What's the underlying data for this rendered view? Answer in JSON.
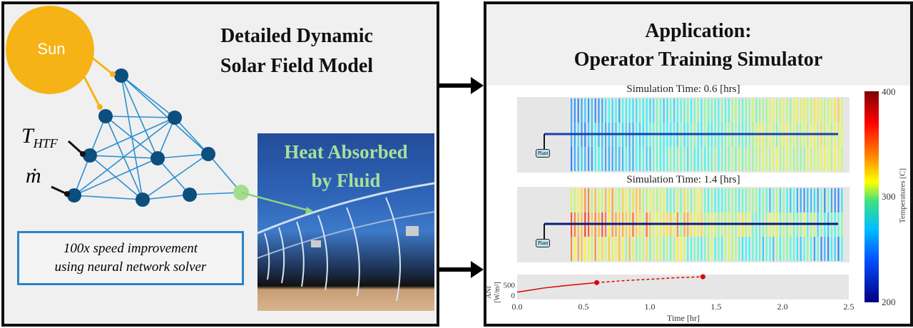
{
  "left_panel": {
    "title_line1": "Detailed Dynamic",
    "title_line2": "Solar Field Model",
    "sun_label": "Sun",
    "input_temp_label": "T",
    "input_temp_subscript": "HTF",
    "input_mass_flow_label": "ṁ",
    "speed_line1": "100x speed improvement",
    "speed_line2": "using neural network solver",
    "photo_line1": "Heat Absorbed",
    "photo_line2": "by Fluid",
    "colors": {
      "sun": "#f5b316",
      "node": "#0b4f7e",
      "edge": "#2b8fd0",
      "output_node": "#a6dc8f",
      "box_border": "#2b83c6"
    }
  },
  "right_panel": {
    "title_line1": "Application:",
    "title_line2": "Operator Training Simulator",
    "sim1_title": "Simulation Time: 0.6 [hrs]",
    "sim2_title": "Simulation Time: 1.4 [hrs]",
    "plant_label": "Plant",
    "colorbar": {
      "label": "Temperatures [C]",
      "ticks": [
        "400",
        "300",
        "200"
      ],
      "min": 200,
      "max": 400,
      "colormap": "jet"
    }
  },
  "chart_data": {
    "type": "line",
    "xlabel": "Time [hr]",
    "ylabel": "ANI [W/m²]",
    "xlim": [
      0,
      2.5
    ],
    "ylim": [
      0,
      850
    ],
    "xticks": [
      "0.0",
      "0.5",
      "1.0",
      "1.5",
      "2.0",
      "2.5"
    ],
    "yticks": [
      "0",
      "500"
    ],
    "grid": false,
    "series": [
      {
        "style": "solid",
        "color": "#e00000",
        "x": [
          0,
          0.1,
          0.2,
          0.3,
          0.4,
          0.5,
          0.6
        ],
        "y": [
          250,
          320,
          390,
          440,
          490,
          530,
          575
        ]
      },
      {
        "style": "dashed",
        "color": "#e00000",
        "x": [
          0.6,
          0.8,
          1.0,
          1.2,
          1.4
        ],
        "y": [
          575,
          640,
          690,
          740,
          775
        ]
      }
    ],
    "markers": [
      {
        "x": 0.6,
        "y": 575
      },
      {
        "x": 1.4,
        "y": 775
      }
    ]
  }
}
